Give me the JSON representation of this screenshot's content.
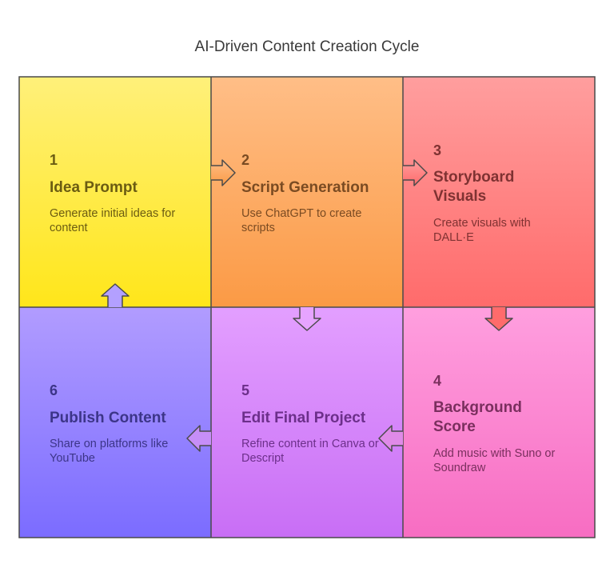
{
  "title": "AI-Driven Content Creation Cycle",
  "colors": {
    "yellow_top": "#fff07a",
    "yellow_bottom": "#ffe61a",
    "orange_top": "#ffbe87",
    "orange_bottom": "#fb9a45",
    "red_top": "#ff9e9e",
    "red_bottom": "#ff6b6b",
    "pink_top": "#ff9fdf",
    "pink_bottom": "#f76dc2",
    "violet_top": "#e39fff",
    "violet_bottom": "#c86ef5",
    "blue_top": "#b19cff",
    "blue_bottom": "#7b6cff",
    "border": "#4a4a4a"
  },
  "steps": [
    {
      "number": "1",
      "title": "Idea Prompt",
      "description": "Generate initial ideas for content",
      "text_color": "#6b5c12"
    },
    {
      "number": "2",
      "title": "Script Generation",
      "description": "Use ChatGPT to create scripts",
      "text_color": "#7a4b22"
    },
    {
      "number": "3",
      "title": "Storyboard Visuals",
      "description": "Create visuals with DALL·E",
      "text_color": "#7f3232"
    },
    {
      "number": "4",
      "title": "Background Score",
      "description": "Add music with Suno or Soundraw",
      "text_color": "#7a2f5e"
    },
    {
      "number": "5",
      "title": "Edit Final Project",
      "description": "Refine content in Canva or Descript",
      "text_color": "#6c2f8a"
    },
    {
      "number": "6",
      "title": "Publish Content",
      "description": "Share on platforms like YouTube",
      "text_color": "#3c3588"
    }
  ]
}
